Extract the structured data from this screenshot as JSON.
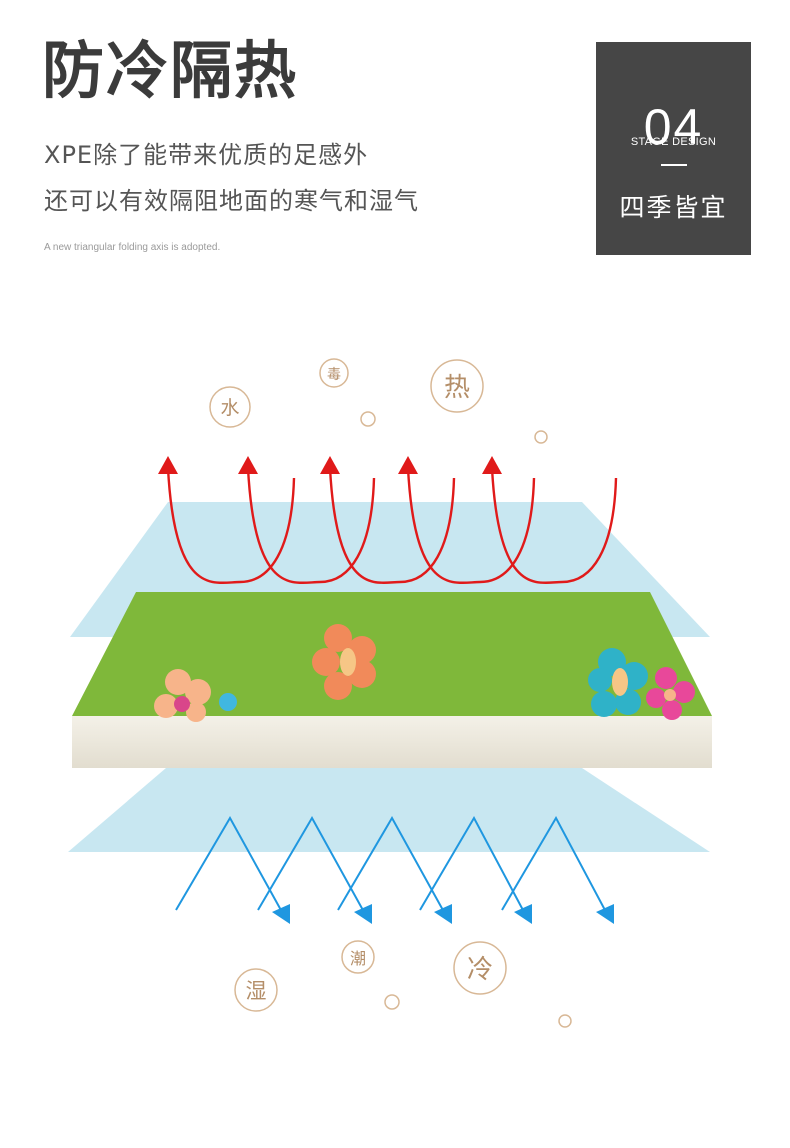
{
  "heading": {
    "title": "防冷隔热",
    "line1": "XPE除了能带来优质的足感外",
    "line2": "还可以有效隔阻地面的寒气和湿气",
    "english": "A new triangular folding axis is adopted."
  },
  "badge": {
    "number": "04",
    "subtitle": "STAGE DESIGN",
    "season": "四季皆宜"
  },
  "diagram": {
    "top_labels": [
      "水",
      "毒",
      "热"
    ],
    "bottom_labels": [
      "湿",
      "潮",
      "冷"
    ],
    "colors": {
      "hot_arrow": "#e01a1a",
      "cold_arrow": "#1f97e0",
      "film": "#a9d8e8",
      "mat_top": "#7fb83a",
      "foam": "#ece8dc",
      "bubble": "#d8b896"
    }
  }
}
